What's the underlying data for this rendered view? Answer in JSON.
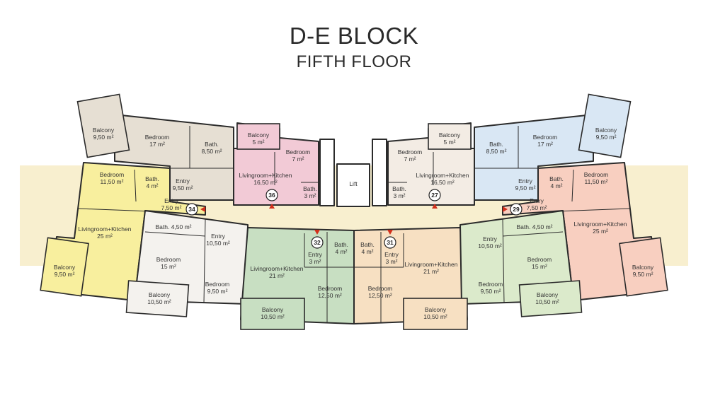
{
  "title": "D-E BLOCK",
  "subtitle": "FIFTH FLOOR",
  "colors": {
    "band": "#f8efcf",
    "unit36": "#f2cad6",
    "unit27": "#f3ece4",
    "unit34": "#f8ef9e",
    "unit29": "#f8cfc0",
    "unitTopLeft": "#e6dfd3",
    "unitTopRight": "#d9e7f4",
    "unitMidLeft": "#f4f2ee",
    "unitMidRight": "#dbeacb",
    "unit32": "#c8dfc2",
    "unit31": "#f7e0c2",
    "wall": "#2b2b2b",
    "arrow": "#d22f1c"
  },
  "lift": "Lift",
  "units": [
    {
      "num": "36"
    },
    {
      "num": "27"
    },
    {
      "num": "34"
    },
    {
      "num": "29"
    },
    {
      "num": "32"
    },
    {
      "num": "31"
    }
  ],
  "rooms": [
    {
      "l1": "Balcony",
      "l2": "9,50 m²"
    },
    {
      "l1": "Bedroom",
      "l2": "17 m²"
    },
    {
      "l1": "Bath.",
      "l2": "8,50 m²"
    },
    {
      "l1": "Balcony",
      "l2": "5 m²"
    },
    {
      "l1": "Bedroom",
      "l2": "7 m²"
    },
    {
      "l1": "Bedroom",
      "l2": "11,50 m²"
    },
    {
      "l1": "Bath.",
      "l2": "4 m²"
    },
    {
      "l1": "Entry",
      "l2": "9,50 m²"
    },
    {
      "l1": "Livingroom+Kitchen",
      "l2": "16,50 m²"
    },
    {
      "l1": "Bath.",
      "l2": "3 m²"
    },
    {
      "l1": "Entry",
      "l2": "7,50 m²"
    },
    {
      "l1": "Balcony",
      "l2": "5 m²"
    },
    {
      "l1": "Bedroom",
      "l2": "7 m²"
    },
    {
      "l1": "Bath.",
      "l2": "8,50 m²"
    },
    {
      "l1": "Bedroom",
      "l2": "17 m²"
    },
    {
      "l1": "Balcony",
      "l2": "9,50 m²"
    },
    {
      "l1": "Livingroom+Kitchen",
      "l2": "16,50 m²"
    },
    {
      "l1": "Bath.",
      "l2": "3 m²"
    },
    {
      "l1": "Entry",
      "l2": "9,50 m²"
    },
    {
      "l1": "Bath.",
      "l2": "4 m²"
    },
    {
      "l1": "Bedroom",
      "l2": "11,50 m²"
    },
    {
      "l1": "Entry",
      "l2": "7,50 m²"
    },
    {
      "l1": "Bath. 4,50 m²",
      "l2": ""
    },
    {
      "l1": "Livingroom+Kitchen",
      "l2": "25 m²"
    },
    {
      "l1": "Balcony",
      "l2": "9,50 m²"
    },
    {
      "l1": "Entry",
      "l2": "10,50 m²"
    },
    {
      "l1": "Bedroom",
      "l2": "15 m²"
    },
    {
      "l1": "Bedroom",
      "l2": "9,50 m²"
    },
    {
      "l1": "Balcony",
      "l2": "10,50 m²"
    },
    {
      "l1": "Livingroom+Kitchen",
      "l2": "21 m²"
    },
    {
      "l1": "Entry",
      "l2": "3 m²"
    },
    {
      "l1": "Bath.",
      "l2": "4 m²"
    },
    {
      "l1": "Bedroom",
      "l2": "12,50 m²"
    },
    {
      "l1": "Balcony",
      "l2": "10,50 m²"
    },
    {
      "l1": "Bath.",
      "l2": "4 m²"
    },
    {
      "l1": "Entry",
      "l2": "3 m²"
    },
    {
      "l1": "Livingroom+Kitchen",
      "l2": "21 m²"
    },
    {
      "l1": "Bedroom",
      "l2": "12,50 m²"
    },
    {
      "l1": "Balcony",
      "l2": "10,50 m²"
    },
    {
      "l1": "Entry",
      "l2": "10,50 m²"
    },
    {
      "l1": "Bath. 4,50 m²",
      "l2": ""
    },
    {
      "l1": "Bedroom",
      "l2": "15 m²"
    },
    {
      "l1": "Bedroom",
      "l2": "9,50 m²"
    },
    {
      "l1": "Balcony",
      "l2": "10,50 m²"
    },
    {
      "l1": "Livingroom+Kitchen",
      "l2": "25 m²"
    },
    {
      "l1": "Balcony",
      "l2": "9,50 m²"
    }
  ]
}
